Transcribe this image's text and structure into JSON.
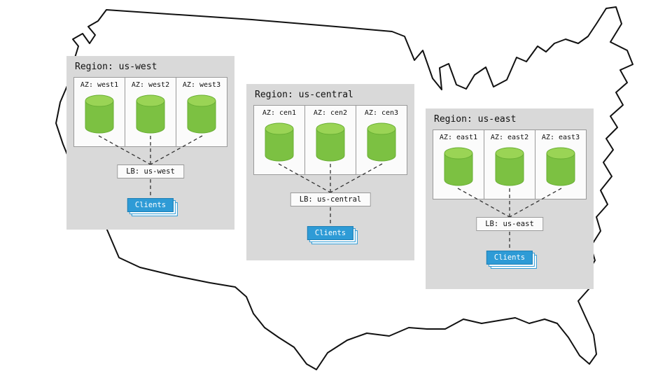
{
  "diagram": {
    "regions": [
      {
        "title": "Region: us-west",
        "azs": [
          "AZ: west1",
          "AZ: west2",
          "AZ: west3"
        ],
        "lb": "LB: us-west",
        "clients": "Clients"
      },
      {
        "title": "Region: us-central",
        "azs": [
          "AZ: cen1",
          "AZ: cen2",
          "AZ: cen3"
        ],
        "lb": "LB: us-central",
        "clients": "Clients"
      },
      {
        "title": "Region: us-east",
        "azs": [
          "AZ: east1",
          "AZ: east2",
          "AZ: east3"
        ],
        "lb": "LB: us-east",
        "clients": "Clients"
      }
    ],
    "colors": {
      "region_bg": "#d9d9d9",
      "box_bg": "#fbfbfb",
      "box_border": "#999999",
      "cylinder_body": "#7cc142",
      "cylinder_top": "#9ad455",
      "cylinder_stroke": "#69af34",
      "clients_bg": "#2e9bd6",
      "connector": "#333333",
      "map_stroke": "#111111"
    }
  }
}
